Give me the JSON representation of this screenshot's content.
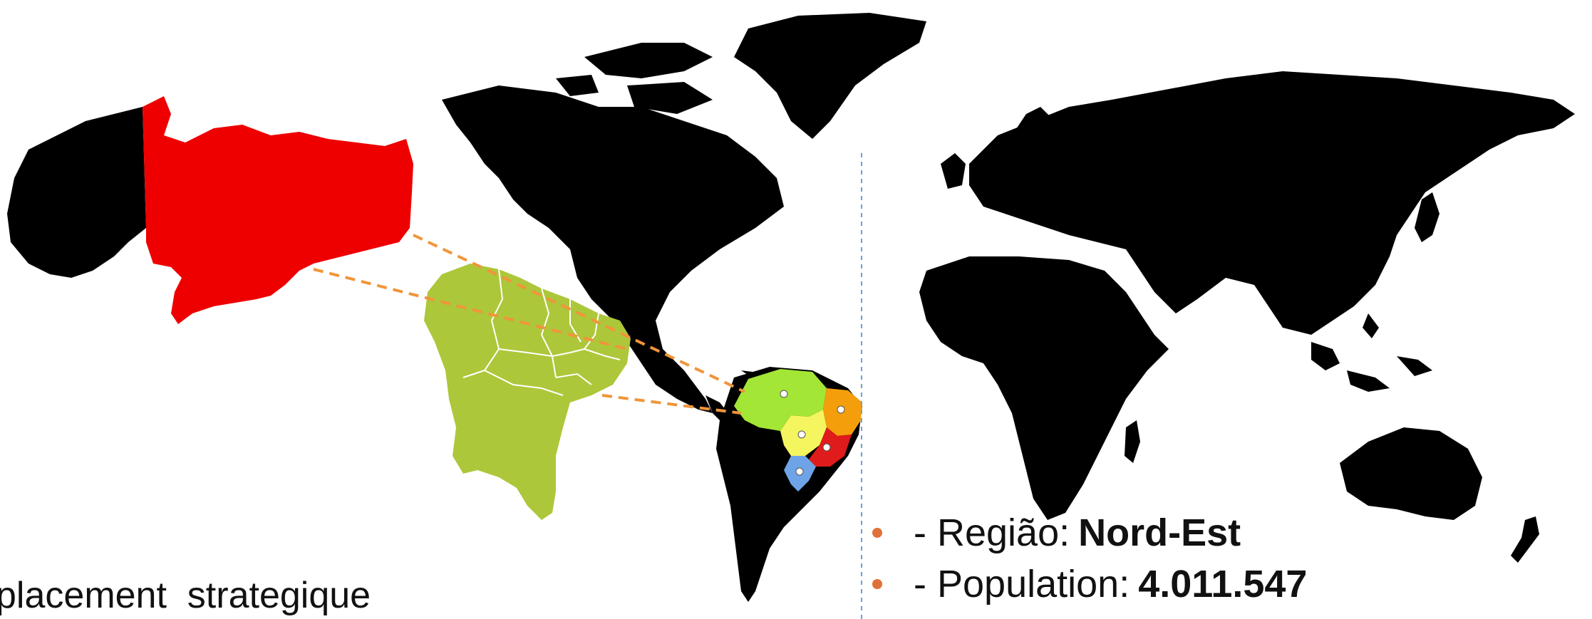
{
  "colors": {
    "background": "#ffffff",
    "landmass": "#000000",
    "state_highlight": "#ee0000",
    "northeast_region": "#adc73a",
    "connector_lines": "#f0953a",
    "meridian_line": "#6f9fcf",
    "bullet": "#e0703a",
    "brazil_regions": {
      "norte": "#a3e635",
      "nordeste": "#f59e0b",
      "centro_oeste": "#f5f560",
      "sudeste": "#e01b1b",
      "sul": "#6ea3e8"
    }
  },
  "icons": {
    "bullet_marker": "filled-circle"
  },
  "caption": {
    "text": "placement  strategique"
  },
  "info": {
    "items": [
      {
        "label": "- Região:",
        "value": "Nord-Est"
      },
      {
        "label": "- Population:",
        "value": "4.011.547"
      }
    ]
  }
}
